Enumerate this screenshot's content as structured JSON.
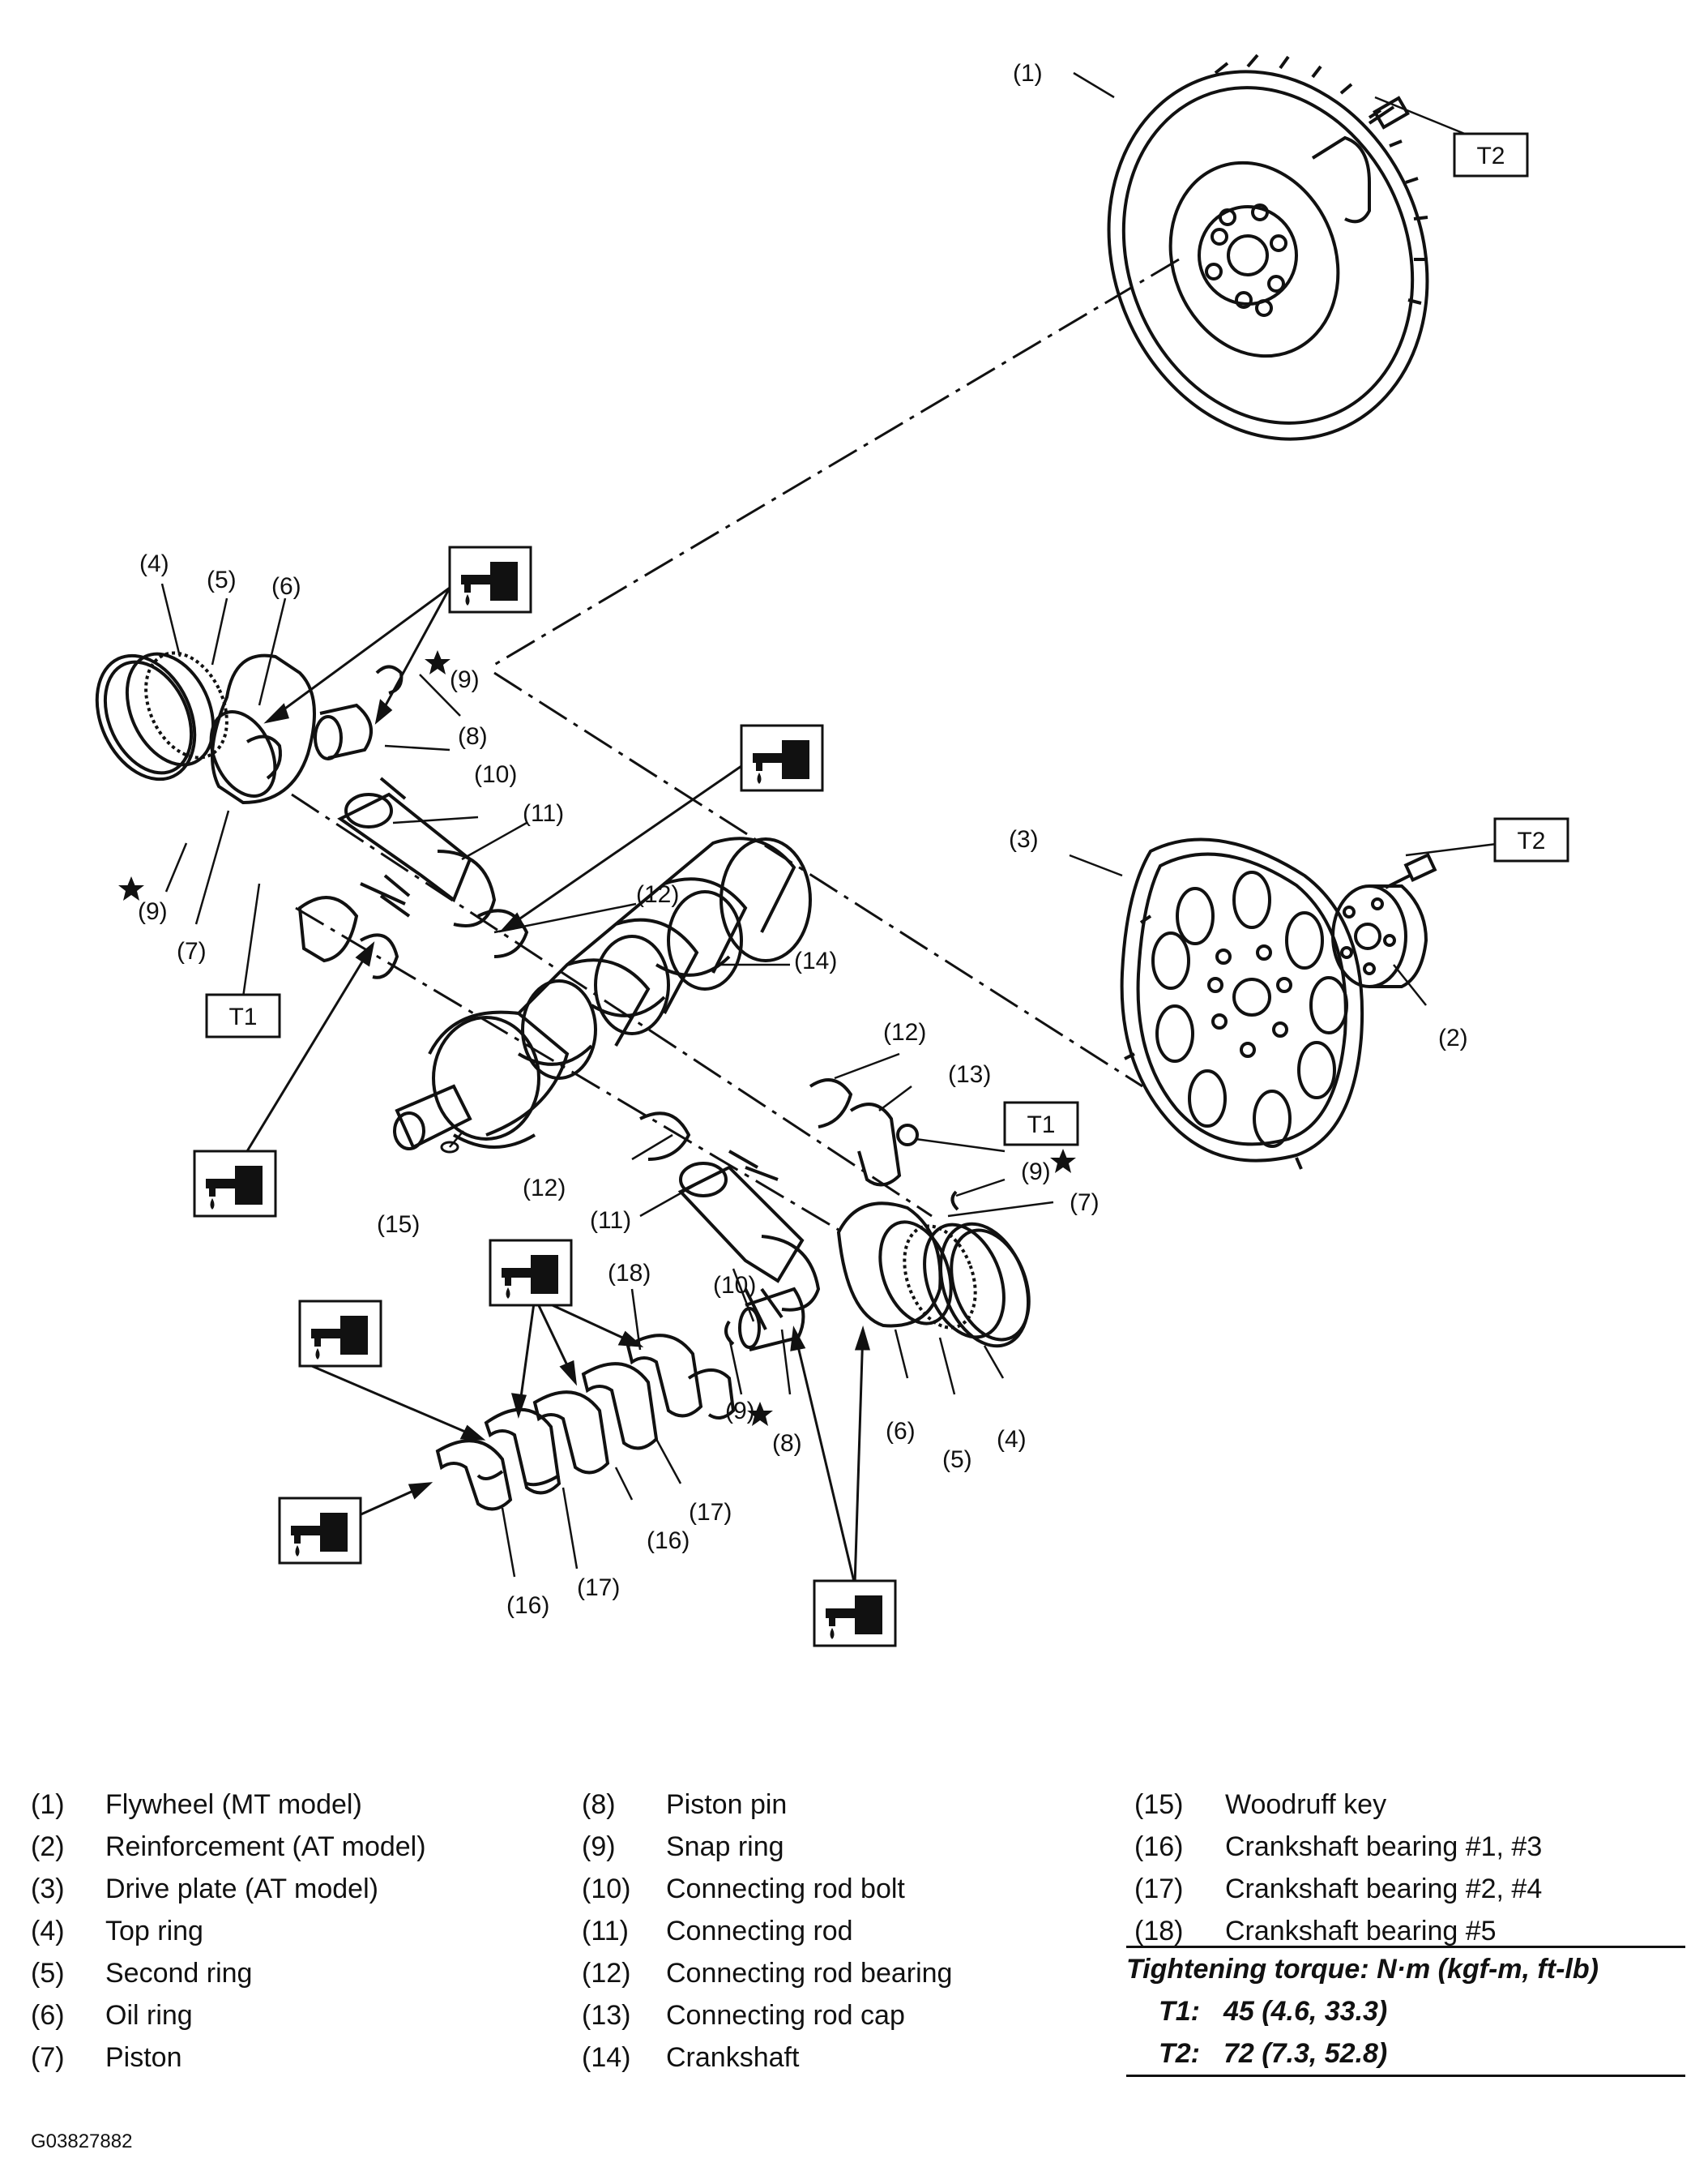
{
  "callouts": {
    "p1": "(1)",
    "p2": "(2)",
    "p3": "(3)",
    "p4a": "(4)",
    "p5a": "(5)",
    "p6a": "(6)",
    "p7a": "(7)",
    "p4b": "(4)",
    "p5b": "(5)",
    "p6b": "(6)",
    "p7b": "(7)",
    "p8a": "(8)",
    "p8b": "(8)",
    "p9a": "(9)",
    "p9b": "(9)",
    "p9c": "(9)",
    "p9d": "(9)",
    "p10a": "(10)",
    "p10b": "(10)",
    "p11a": "(11)",
    "p11b": "(11)",
    "p12a": "(12)",
    "p12b": "(12)",
    "p12c": "(12)",
    "p13": "(13)",
    "p14": "(14)",
    "p15": "(15)",
    "p16a": "(16)",
    "p16b": "(16)",
    "p17a": "(17)",
    "p17b": "(17)",
    "p18": "(18)"
  },
  "torque_tags": {
    "t2a": "T2",
    "t2b": "T2",
    "t1a": "T1",
    "t1b": "T1"
  },
  "icons": {
    "oil": "oil-can-icon",
    "star": "star-mark-icon"
  },
  "legend": {
    "col1": [
      {
        "num": "(1)",
        "label": "Flywheel (MT model)"
      },
      {
        "num": "(2)",
        "label": "Reinforcement (AT model)"
      },
      {
        "num": "(3)",
        "label": "Drive plate (AT model)"
      },
      {
        "num": "(4)",
        "label": "Top ring"
      },
      {
        "num": "(5)",
        "label": "Second ring"
      },
      {
        "num": "(6)",
        "label": "Oil ring"
      },
      {
        "num": "(7)",
        "label": "Piston"
      }
    ],
    "col2": [
      {
        "num": "(8)",
        "label": "Piston pin"
      },
      {
        "num": "(9)",
        "label": "Snap ring"
      },
      {
        "num": "(10)",
        "label": "Connecting rod bolt"
      },
      {
        "num": "(11)",
        "label": "Connecting rod"
      },
      {
        "num": "(12)",
        "label": "Connecting rod bearing"
      },
      {
        "num": "(13)",
        "label": "Connecting rod cap"
      },
      {
        "num": "(14)",
        "label": "Crankshaft"
      }
    ],
    "col3": [
      {
        "num": "(15)",
        "label": "Woodruff key"
      },
      {
        "num": "(16)",
        "label": "Crankshaft bearing #1, #3"
      },
      {
        "num": "(17)",
        "label": "Crankshaft bearing #2, #4"
      },
      {
        "num": "(18)",
        "label": "Crankshaft bearing #5"
      }
    ]
  },
  "torque": {
    "title": "Tightening torque: N·m (kgf-m, ft-lb)",
    "rows": [
      {
        "key": "T1:",
        "value": "45 (4.6, 33.3)"
      },
      {
        "key": "T2:",
        "value": "72 (7.3, 52.8)"
      }
    ]
  },
  "figure_id": "G03827882"
}
